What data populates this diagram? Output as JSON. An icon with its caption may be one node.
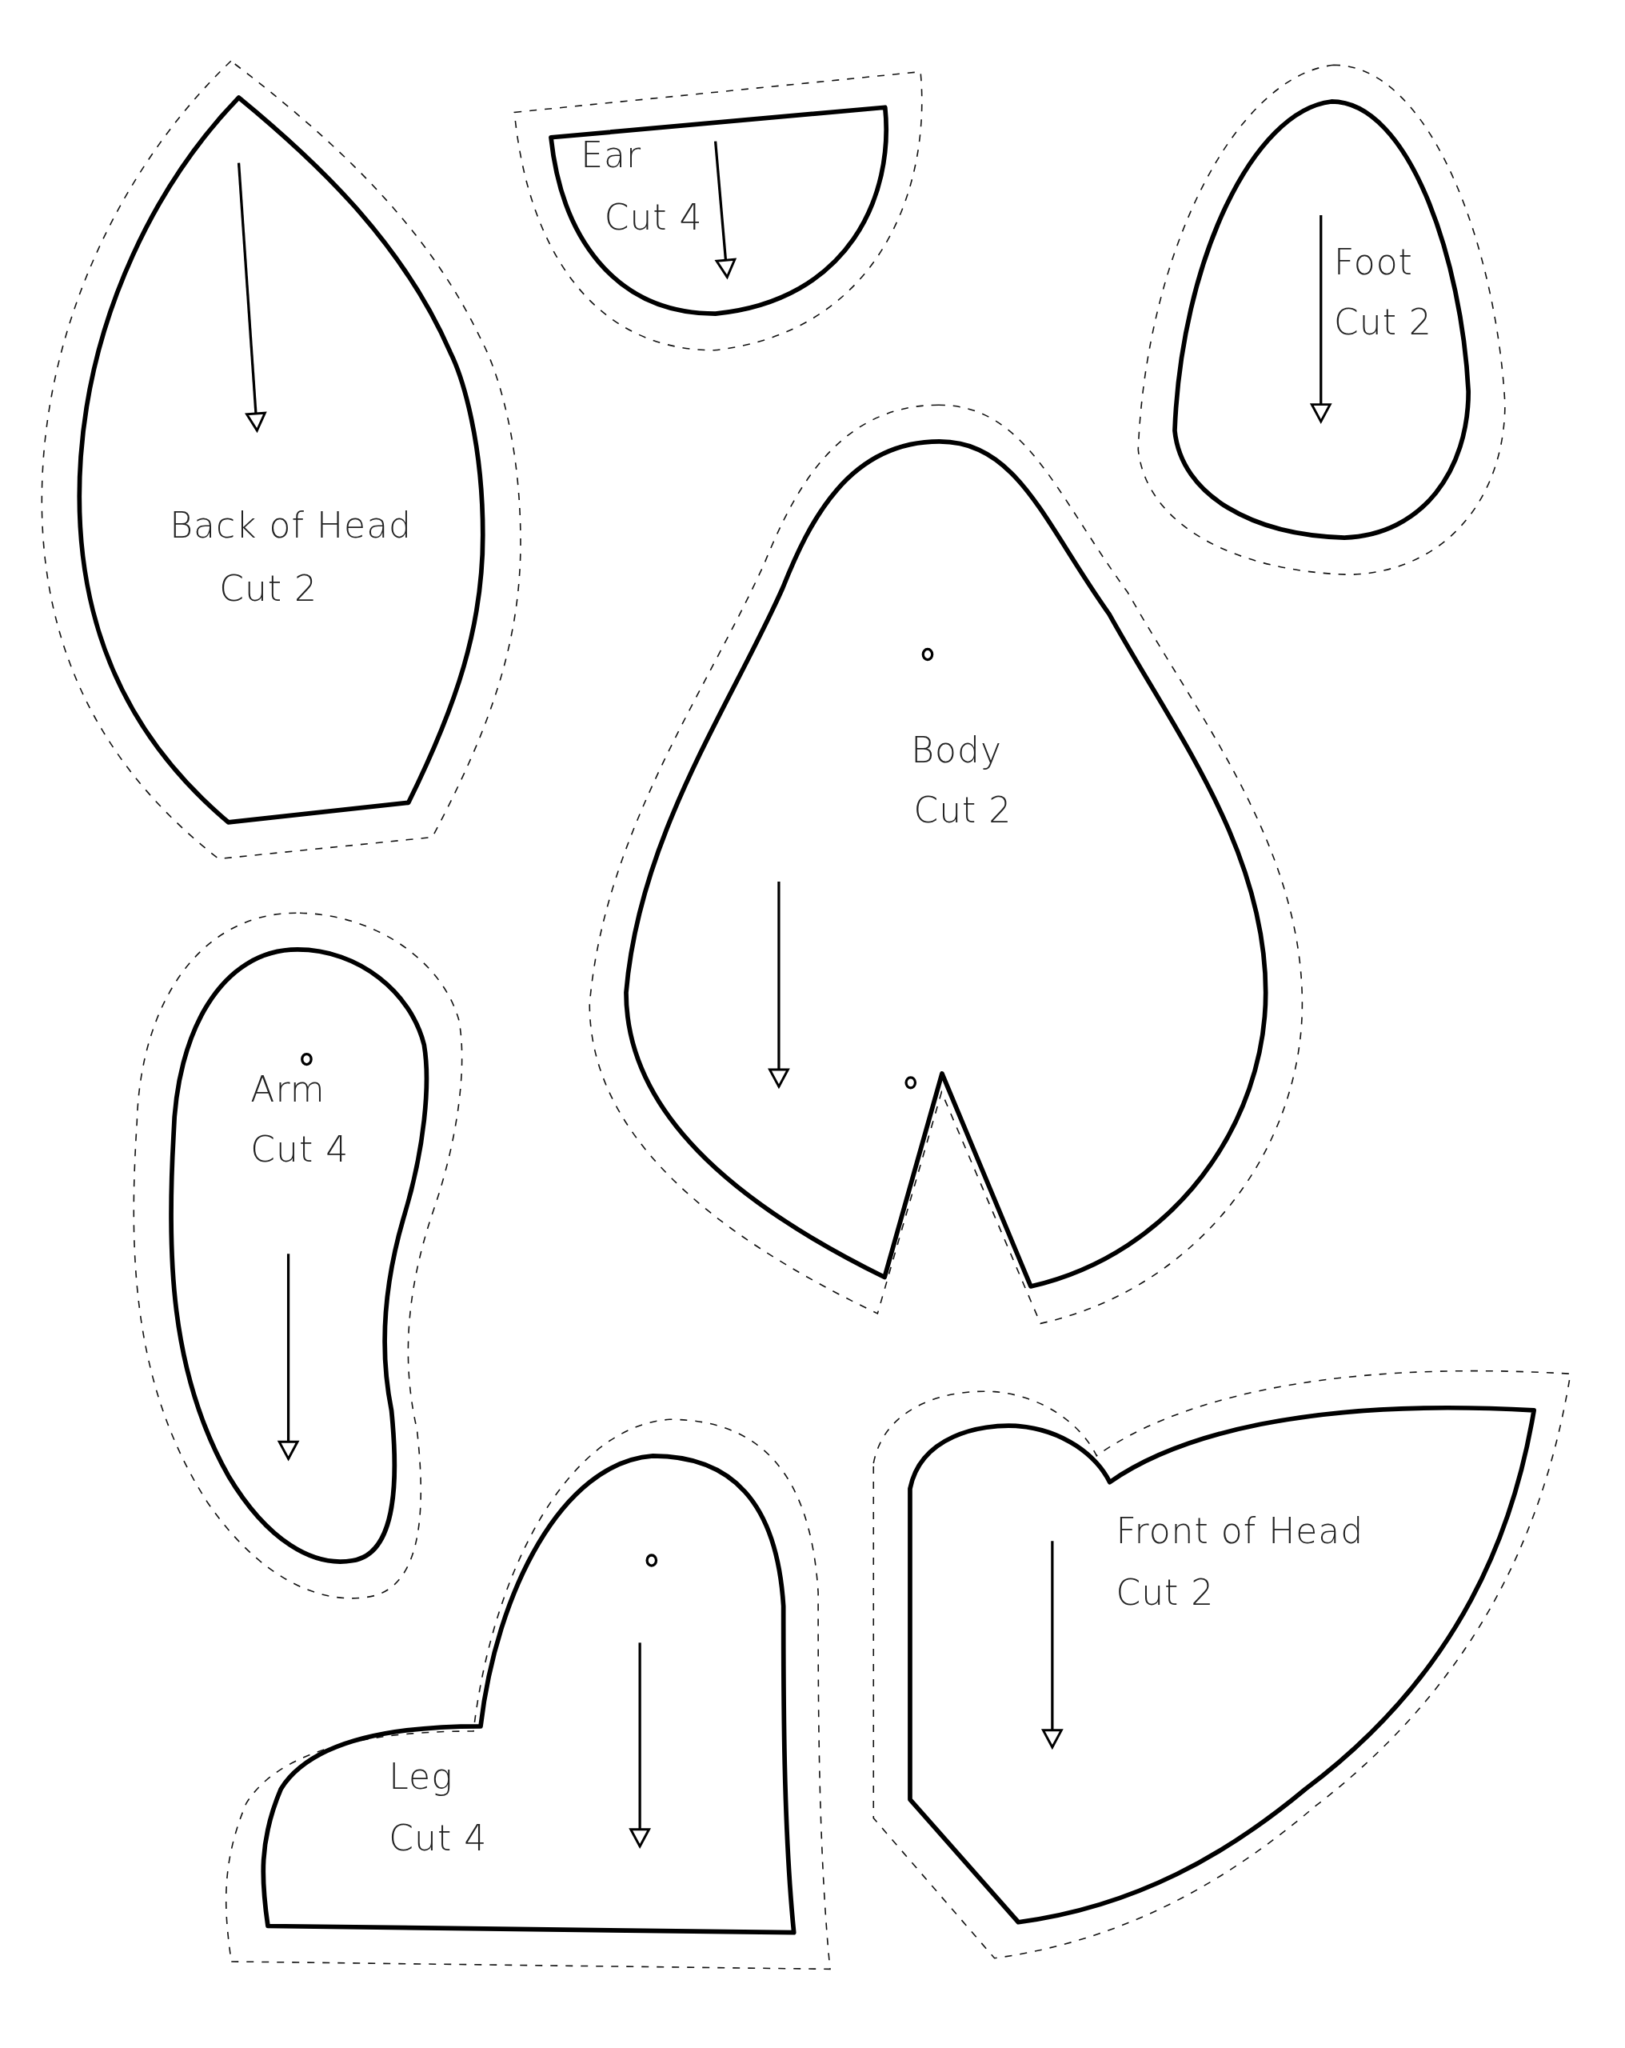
{
  "diagram": {
    "nodes": [
      {
        "text": [
          "Back of Head",
          "Cut 2"
        ]
      },
      {
        "text": [
          "Ear",
          "Cut 4"
        ]
      },
      {
        "text": [
          "Foot",
          "Cut 2"
        ]
      },
      {
        "text": [
          "Body",
          "Cut 2"
        ]
      },
      {
        "text": [
          "Arm",
          "Cut 4"
        ]
      },
      {
        "text": [
          "Leg",
          "Cut 4"
        ]
      },
      {
        "text": [
          "Front of Head",
          "Cut 2"
        ]
      }
    ]
  }
}
